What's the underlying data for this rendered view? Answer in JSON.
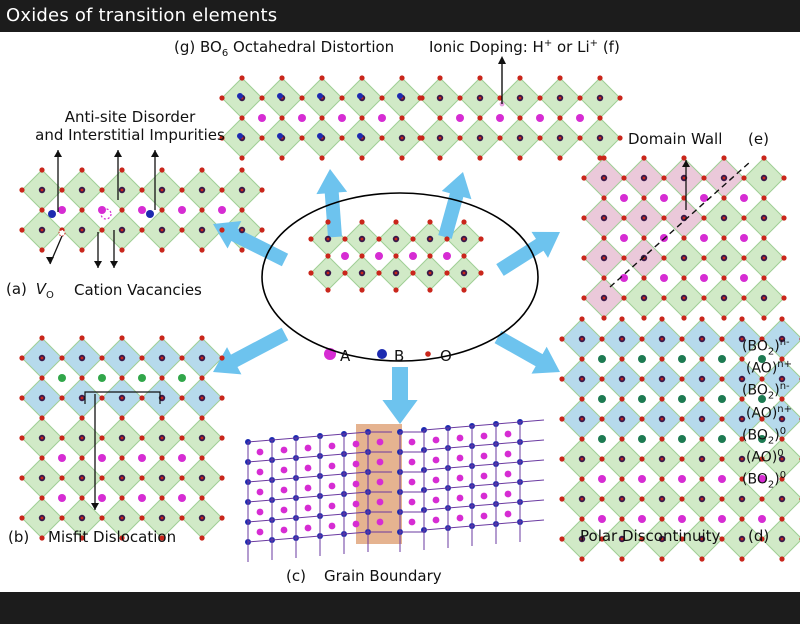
{
  "header": {
    "title": "Oxides of transition elements"
  },
  "legend": {
    "a": "A",
    "b": "B",
    "o": "O"
  },
  "colors": {
    "octa_green": "#c9e6bd",
    "octa_edge": "#9fcf95",
    "octa_pink": "#e7bfd3",
    "octa_blue": "#a9d4e9",
    "arrow": "#6dc3ee",
    "atom_a": "#d62cd3",
    "atom_b": "#1d2bb0",
    "atom_o": "#c9261b",
    "grain": "#e0a67c",
    "atom_green": "#31a64a",
    "atom_teal": "#1d7a52"
  },
  "panels": {
    "a": {
      "letter": "(a)",
      "title_line1": "Anti-site Disorder",
      "title_line2": "and Interstitial Impurities",
      "vacancy_symbol": "V",
      "vacancy_sub": "O",
      "cation_vacancies": "Cation Vacancies"
    },
    "b": {
      "letter": "(b)",
      "label": "Misfit Dislocation"
    },
    "c": {
      "letter": "(c)",
      "label": "Grain Boundary"
    },
    "d": {
      "letter": "(d)",
      "label": "Polar Discontinuity",
      "layers": [
        {
          "base": "(BO",
          "sub": "2",
          "tail": ")",
          "sup": "n-"
        },
        {
          "base": "(AO)",
          "sub": "",
          "tail": "",
          "sup": "n+"
        },
        {
          "base": "(BO",
          "sub": "2",
          "tail": ")",
          "sup": "n-"
        },
        {
          "base": "(AO)",
          "sub": "",
          "tail": "",
          "sup": "n+"
        },
        {
          "base": "(BO",
          "sub": "2",
          "tail": ")",
          "sup": "0"
        },
        {
          "base": "(AO)",
          "sub": "",
          "tail": "",
          "sup": "0"
        },
        {
          "base": "(BO",
          "sub": "2",
          "tail": ")",
          "sup": "0"
        }
      ]
    },
    "e": {
      "letter": "(e)",
      "label": "Domain Wall"
    },
    "f": {
      "letter": "(f)",
      "label_pre": "Ionic Doping: H",
      "sup1": "+",
      "label_mid": " or Li",
      "sup2": "+"
    },
    "g": {
      "letter": "(g)",
      "label_pre": "BO",
      "label_sub": "6",
      "label_post": " Octahedral Distortion"
    }
  }
}
